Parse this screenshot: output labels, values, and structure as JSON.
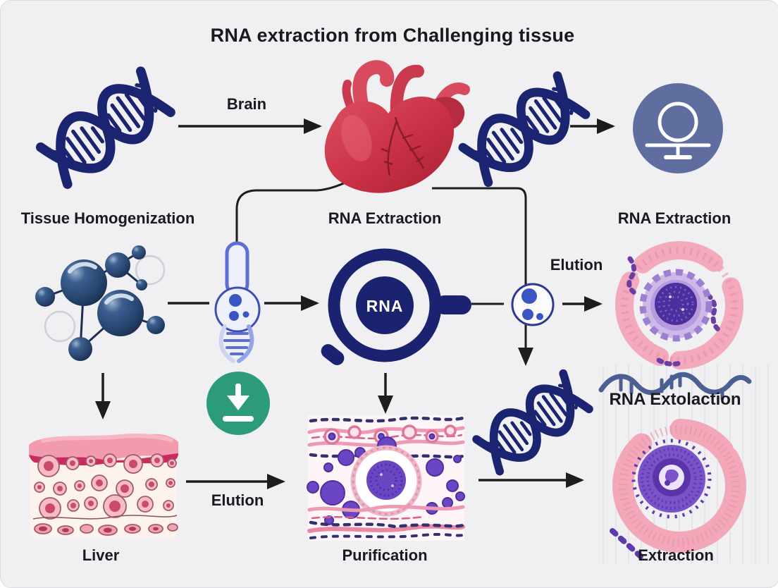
{
  "title": "RNA extraction from Challenging tissue",
  "labels": {
    "brain": "Brain",
    "tissue_homogenization": "Tissue Homogenization",
    "rna_extraction_center": "RNA Extraction",
    "rna_extraction_right": "RNA Extraction",
    "elution_top": "Elution",
    "elution_bottom": "Elution",
    "rna_extolaction": "RNA Extolaction",
    "liver": "Liver",
    "purification": "Purification",
    "extraction": "Extraction"
  },
  "magnifier_label": "RNA",
  "icons": [
    "dna-helix-icon",
    "heart-icon",
    "analyzer-circle-icon",
    "molecule-cluster-icon",
    "homogenizer-tube-icon",
    "magnifier-rna-icon",
    "droplet-circle-icon",
    "download-icon",
    "rna-wave-icon",
    "histology-section-image",
    "liver-tissue-image"
  ],
  "colors": {
    "background": "#f0eff1",
    "dna_navy": "#1b2470",
    "heart_red": "#c9303f",
    "molecule_blue": "#2e4e7e",
    "tool_blue": "#5b6fd4",
    "analyzer_slate": "#606d9f",
    "download_green": "#2b9b79",
    "histology_pink": "#f3aabc",
    "histology_purple": "#6b46c2",
    "arrow_black": "#1d1d1f",
    "text": "#191a1e"
  }
}
